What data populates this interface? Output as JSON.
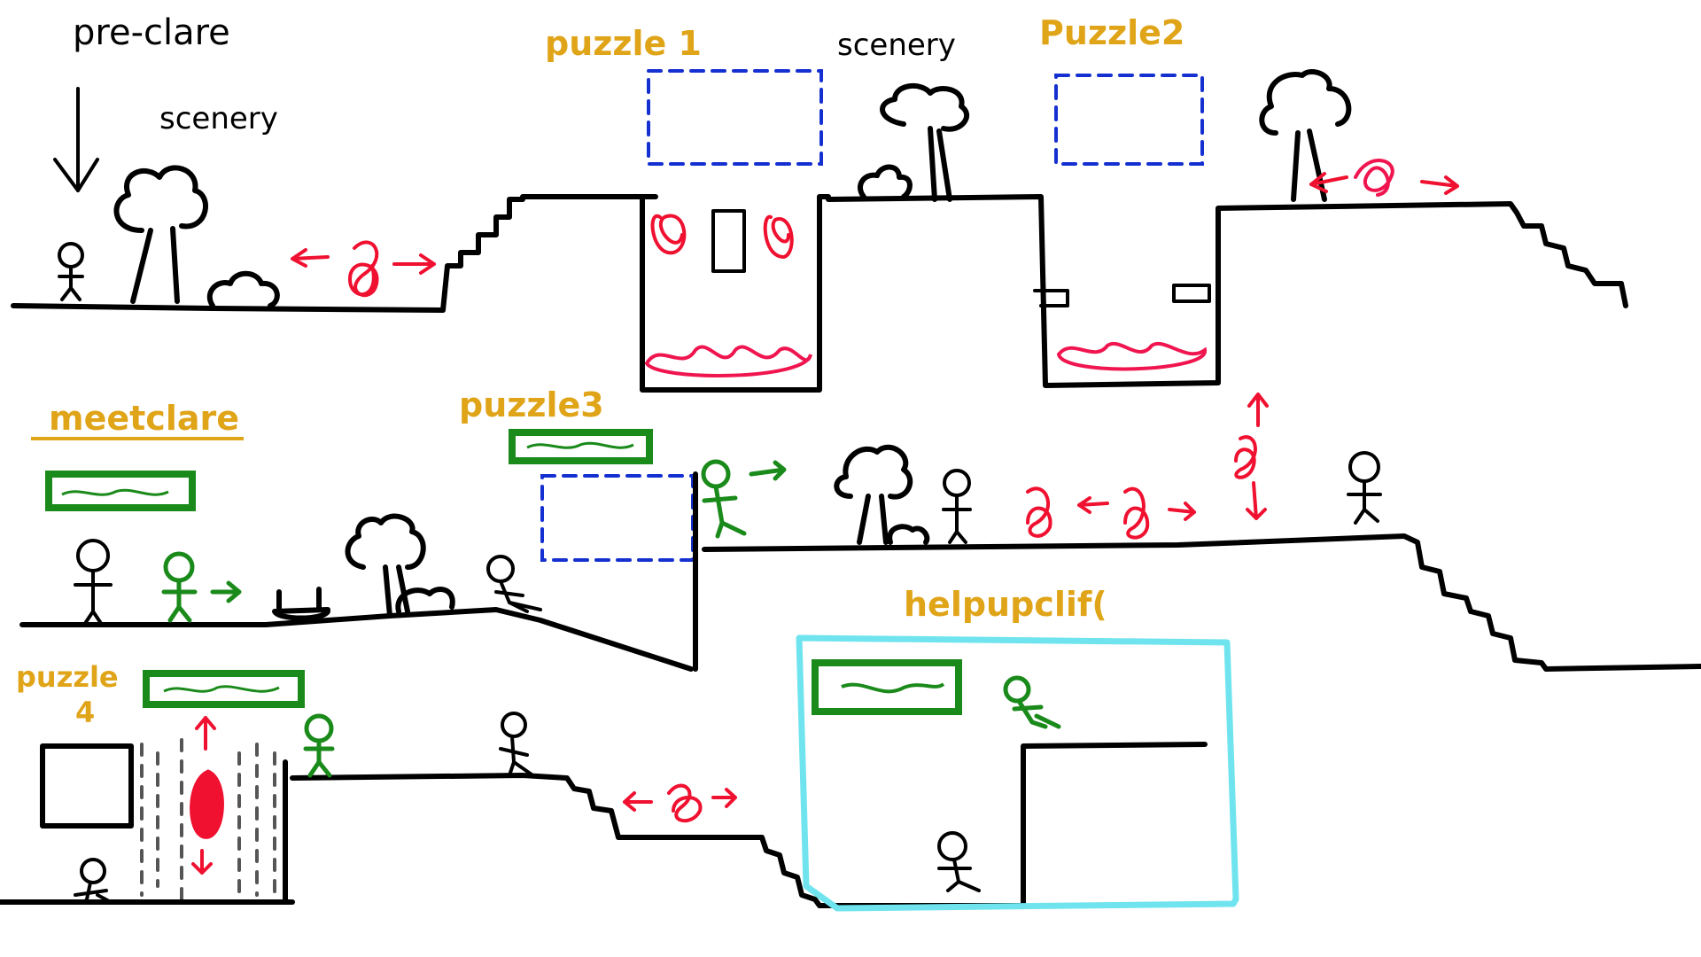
{
  "labels": {
    "pre_claire": "pre-clare",
    "scenery_1": "scenery",
    "puzzle_1": "puzzle 1",
    "scenery_2": "scenery",
    "puzzle_2": "Puzzle2",
    "meet_claire": "meetclare",
    "puzzle_3": "puzzle3",
    "help_up_cliff": "helpupclif(",
    "puzzle_4_line1": "puzzle",
    "puzzle_4_line2": "4"
  },
  "colors": {
    "ink": "#000000",
    "label_orange": "#e0a418",
    "hazard_red": "#f01030",
    "claire_green": "#1a8a1a",
    "window_blue": "#1530d0",
    "highlight_cyan": "#6fe4ee"
  },
  "icons": [
    "stick-figure-icon",
    "tree-icon",
    "bush-icon",
    "red-scribble-enemy-icon",
    "arrow-icon",
    "dialogue-box-icon"
  ]
}
